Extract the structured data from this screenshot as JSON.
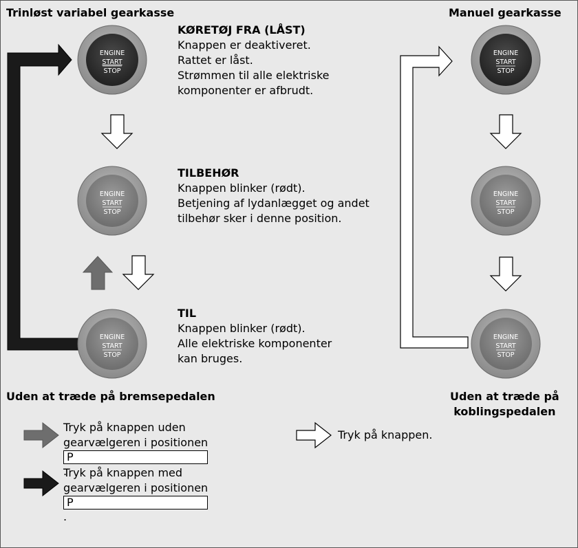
{
  "titles": {
    "cvt": "Trinløst variabel gearkasse",
    "manual": "Manuel gearkasse"
  },
  "button_label": {
    "line1": "ENGINE",
    "line2": "START",
    "line3": "STOP"
  },
  "states": [
    {
      "title": "KØRETØJ FRA (LÅST)",
      "lines": [
        "Knappen er deaktiveret.",
        "Rattet er låst.",
        "Strømmen til alle elektriske",
        "komponenter er afbrudt."
      ]
    },
    {
      "title": "TILBEHØR",
      "lines": [
        "Knappen blinker (rødt).",
        "Betjening af lydanlægget og andet",
        "tilbehør sker i denne position."
      ]
    },
    {
      "title": "TIL",
      "lines": [
        "Knappen blinker (rødt).",
        "Alle elektriske komponenter",
        "kan bruges."
      ]
    }
  ],
  "notes": {
    "cvt_brake": "Uden at træde på bremsepedalen",
    "manual_clutch_1": "Uden at træde på",
    "manual_clutch_2": "koblingspedalen"
  },
  "legend": {
    "grey_line1": "Tryk på knappen uden",
    "grey_line2": "gearvælgeren i positionen",
    "black_line1": "Tryk på knappen med",
    "black_line2": "gearvælgeren i positionen",
    "park": "P",
    "white": "Tryk på knappen."
  },
  "colors": {
    "background": "#e9e9e9",
    "grey_arrow": "#6e6e6e",
    "black_arrow": "#1a1a1a",
    "white_arrow": "#ffffff",
    "button_off": "#333333",
    "button_on": "#7d7d7d"
  }
}
